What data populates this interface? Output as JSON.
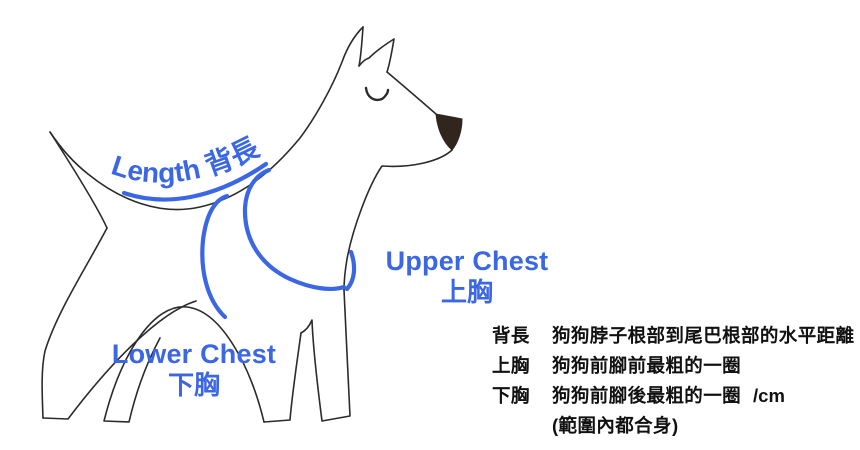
{
  "illustration": {
    "length_label": "Length 背長",
    "upper_chest": {
      "en": "Upper Chest",
      "zh": "上胸"
    },
    "lower_chest": {
      "en": "Lower Chest",
      "zh": "下胸"
    }
  },
  "legend": {
    "rows": [
      {
        "term": "背長",
        "desc": "狗狗脖子根部到尾巴根部的水平距離",
        "suffix": ""
      },
      {
        "term": "上胸",
        "desc": "狗狗前腳前最粗的一圈",
        "suffix": ""
      },
      {
        "term": "下胸",
        "desc": "狗狗前腳後最粗的一圈",
        "suffix": "/cm"
      },
      {
        "term": "",
        "desc": "(範圍內都合身)",
        "suffix": ""
      }
    ]
  },
  "colors": {
    "accent_blue": "#3b66e4",
    "outline": "#2b2b2b",
    "nose": "#30261d",
    "text": "#111111"
  }
}
